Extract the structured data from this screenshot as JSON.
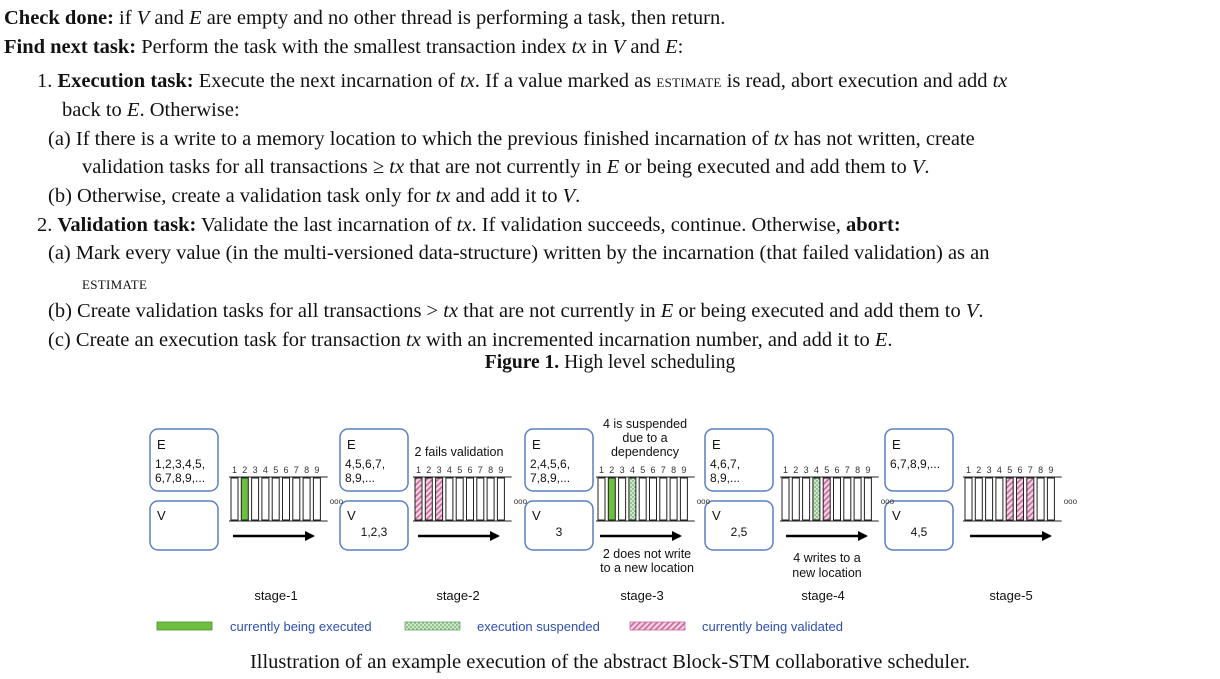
{
  "algorithm": {
    "check_done": {
      "label": "Check done:",
      "pre": " if ",
      "v": "V",
      "mid": " and ",
      "e": "E",
      "post": " are empty and no other thread is performing a task, then return."
    },
    "find_next": {
      "label": "Find next task:",
      "pre": " Perform the task with the smallest transaction index ",
      "tx": "tx",
      "mid": " in ",
      "v": "V",
      "and": " and ",
      "e": "E",
      "post": ":"
    },
    "exec": {
      "num": "1.",
      "label": "Execution task:",
      "t1": " Execute the next incarnation of ",
      "tx": "tx",
      "t2": ". If a value marked as ",
      "estimate": "estimate",
      "t3": " is read, abort execution and add ",
      "tx2": "tx",
      "l2a": "back to ",
      "e": "E",
      "l2b": ". Otherwise:",
      "a_num": "(a)",
      "a1": "If there is a write to a memory location to which the previous finished incarnation of ",
      "a_tx": "tx",
      "a2": " has not written, create",
      "a3": "validation tasks for all transactions ≥ ",
      "a_tx2": "tx",
      "a4": " that are not currently in ",
      "a_e": "E",
      "a5": " or being executed and add them to ",
      "a_v": "V",
      "a6": ".",
      "b_num": "(b)",
      "b1": "Otherwise, create a validation task only for ",
      "b_tx": "tx",
      "b2": " and add it to ",
      "b_v": "V",
      "b3": "."
    },
    "valid": {
      "num": "2.",
      "label": "Validation task:",
      "t1": " Validate the last incarnation of ",
      "tx": "tx",
      "t2": ". If validation succeeds, continue. Otherwise, ",
      "abort": "abort:",
      "a_num": "(a)",
      "a1": "Mark every value (in the multi-versioned data-structure) written by the incarnation (that failed validation) as an",
      "a2": "estimate",
      "b_num": "(b)",
      "b1": "Create validation tasks for all transactions > ",
      "b_tx": "tx",
      "b2": " that are not currently in ",
      "b_e": "E",
      "b3": " or being executed and add them to ",
      "b_v": "V",
      "b4": ".",
      "c_num": "(c)",
      "c1": "Create an execution task for transaction ",
      "c_tx": "tx",
      "c2": " with an incremented incarnation number, and add it to ",
      "c_e": "E",
      "c3": "."
    }
  },
  "figure1": {
    "label": "Figure 1.",
    "text": " High level scheduling"
  },
  "diagram": {
    "e_letter": "E",
    "v_letter": "V",
    "e_sets": [
      "1,2,3,4,5,\n6,7,8,9,...",
      "4,5,6,7,\n8,9,...",
      "2,4,5,6,\n7,8,9,...",
      "4,6,7,\n8,9,...",
      "6,7,8,9,..."
    ],
    "v_sets": [
      "",
      "1,2,3",
      "3",
      "2,5",
      "4,5"
    ],
    "tick_labels": [
      "1",
      "2",
      "3",
      "4",
      "5",
      "6",
      "7",
      "8",
      "9"
    ],
    "ellipsis": "ooo",
    "stages": [
      "stage-1",
      "stage-2",
      "stage-3",
      "stage-4",
      "stage-5"
    ],
    "notes": {
      "stage2": "2 fails validation",
      "stage3_top": "4 is suspended\ndue to a\ndependency",
      "stage3_bottom": "2 does not write\nto a new location",
      "stage4_bottom": "4 writes to a\nnew location"
    },
    "states": [
      {
        "executing": [],
        "validating": [],
        "suspended": []
      },
      {
        "executing": [
          2
        ],
        "validating": [],
        "suspended": []
      },
      {
        "executing": [],
        "validating": [
          1,
          2,
          3
        ],
        "suspended": []
      },
      {
        "executing": [
          2
        ],
        "validating": [],
        "suspended": [
          4
        ]
      },
      {
        "executing": [],
        "validating": [
          5
        ],
        "suspended": [
          4
        ]
      },
      {
        "executing": [],
        "validating": [
          5,
          6,
          7
        ],
        "suspended": []
      }
    ],
    "legend": {
      "executed": "currently being executed",
      "suspended": "execution suspended",
      "validated": "currently being validated"
    },
    "colors": {
      "executed": "#6cbf3f",
      "suspended": "#9fcfa0",
      "validated": "#e7a8c8"
    }
  },
  "caption": "Illustration of an example execution of the abstract Block-STM collaborative scheduler."
}
